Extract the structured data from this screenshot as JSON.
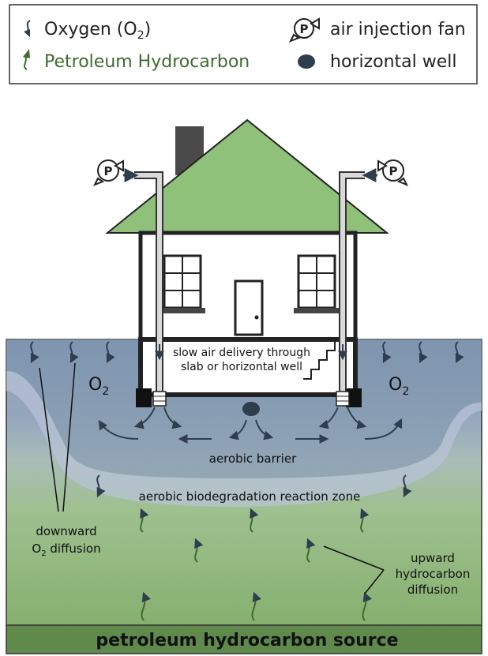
{
  "legend": {
    "oxygen_label": "Oxygen (O",
    "oxygen_sub": "2",
    "oxygen_close": ")",
    "hydrocarbon_label": "Petroleum Hydrocarbon",
    "fan_label": "air injection fan",
    "well_label": "horizontal well",
    "fan_symbol": "P"
  },
  "diagram": {
    "slow_air_line1": "slow air delivery through",
    "slow_air_line2": "slab or horizontal well",
    "o2_left": "O",
    "o2_right": "O",
    "o2_sub": "2",
    "aerobic_barrier": "aerobic barrier",
    "reaction_zone": "aerobic biodegradation reaction zone",
    "downward_line1": "downward",
    "downward_line2": "O",
    "downward_sub": "2",
    "downward_line2_rest": " diffusion",
    "upward_line1": "upward",
    "upward_line2": "hydrocarbon",
    "upward_line3": "diffusion",
    "source": "petroleum hydrocarbon source"
  },
  "colors": {
    "oxygen": "#2f3e4e",
    "hydrocarbon": "#3f6b2e",
    "roof": "#8fc17a",
    "soil_top": "#8fa3bb",
    "soil_bottom": "#8fb679",
    "source_band": "#5f8a4c",
    "outline": "#222222"
  }
}
